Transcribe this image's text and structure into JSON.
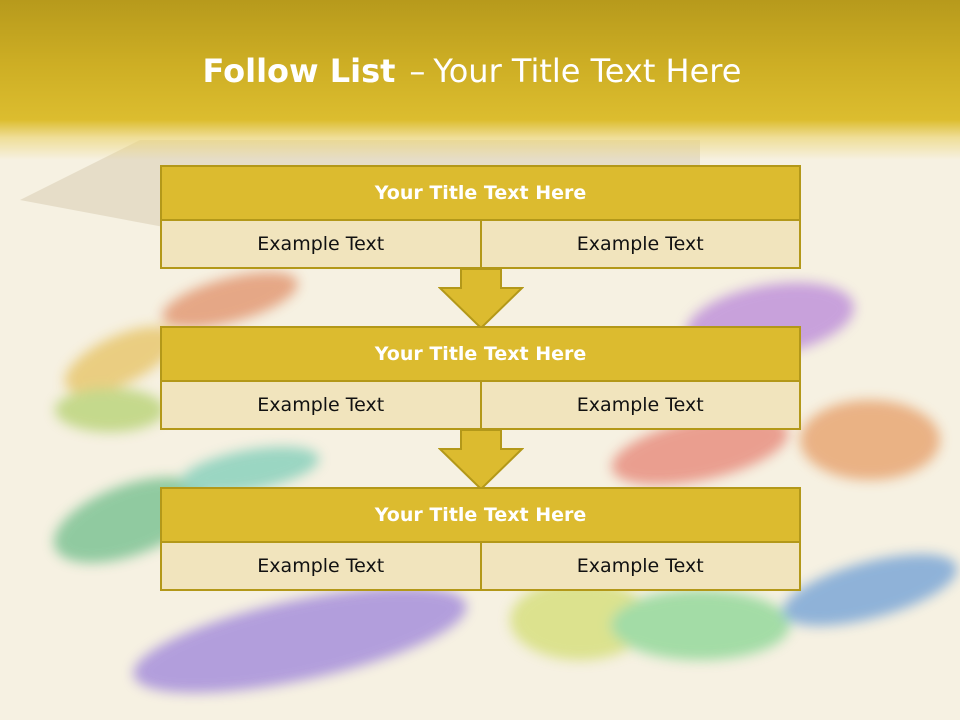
{
  "slide": {
    "title_bold": "Follow List",
    "title_dash": "–",
    "title_rest": "Your Title Text Here"
  },
  "steps": [
    {
      "title": "Your Title Text Here",
      "left": "Example Text",
      "right": "Example Text"
    },
    {
      "title": "Your Title Text Here",
      "left": "Example Text",
      "right": "Example Text"
    },
    {
      "title": "Your Title Text Here",
      "left": "Example Text",
      "right": "Example Text"
    }
  ],
  "colors": {
    "header": "#dcbb2f",
    "title_box": "#dcbb2f",
    "cell": "#f1e4bd",
    "border": "#b39819",
    "arrow": "#dcbb2f"
  }
}
